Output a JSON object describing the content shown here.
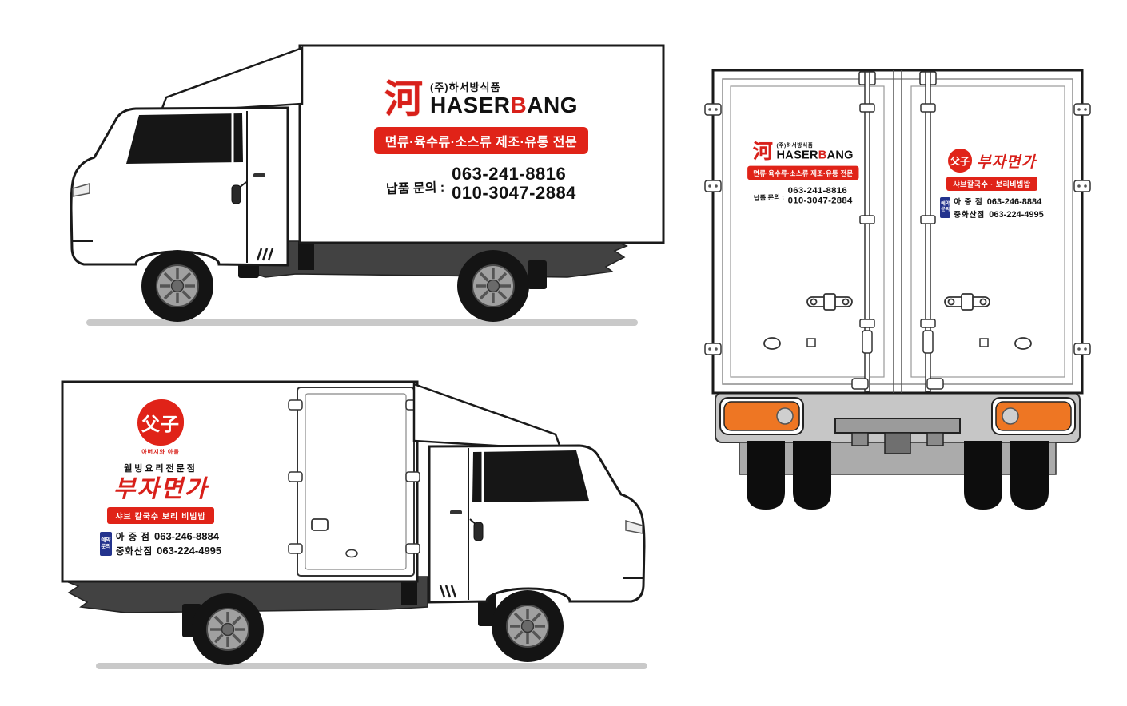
{
  "haserbang": {
    "logo_glyph": "河",
    "company": "(주)하서방식품",
    "brand_head": "HASER",
    "brand_accent": "B",
    "brand_tail": "ANG",
    "banner": "면류·육수류·소스류  제조·유통 전문",
    "contact_label": "납품 문의 :",
    "phone_main": "063-241-8816",
    "phone_mobile": "010-3047-2884"
  },
  "buja": {
    "logo_glyph": "父子",
    "logo_caption": "아버지와 아들",
    "tagline": "웰빙요리전문점",
    "brand": "부자면가",
    "banner_side": "샤브 칼국수  보리 비빔밥",
    "banner_rear": "샤브칼국수 · 보리비빔밥",
    "badge_top": "예약",
    "badge_bottom": "문의",
    "stores": [
      {
        "name": "아 중 점",
        "phone": "063-246-8884"
      },
      {
        "name": "중화산점",
        "phone": "063-224-4995"
      }
    ]
  },
  "colors": {
    "brand_red": "#d8201a",
    "banner_red": "#e02318",
    "badge_blue": "#23338d",
    "tail_light_orange": "#ee7623"
  }
}
